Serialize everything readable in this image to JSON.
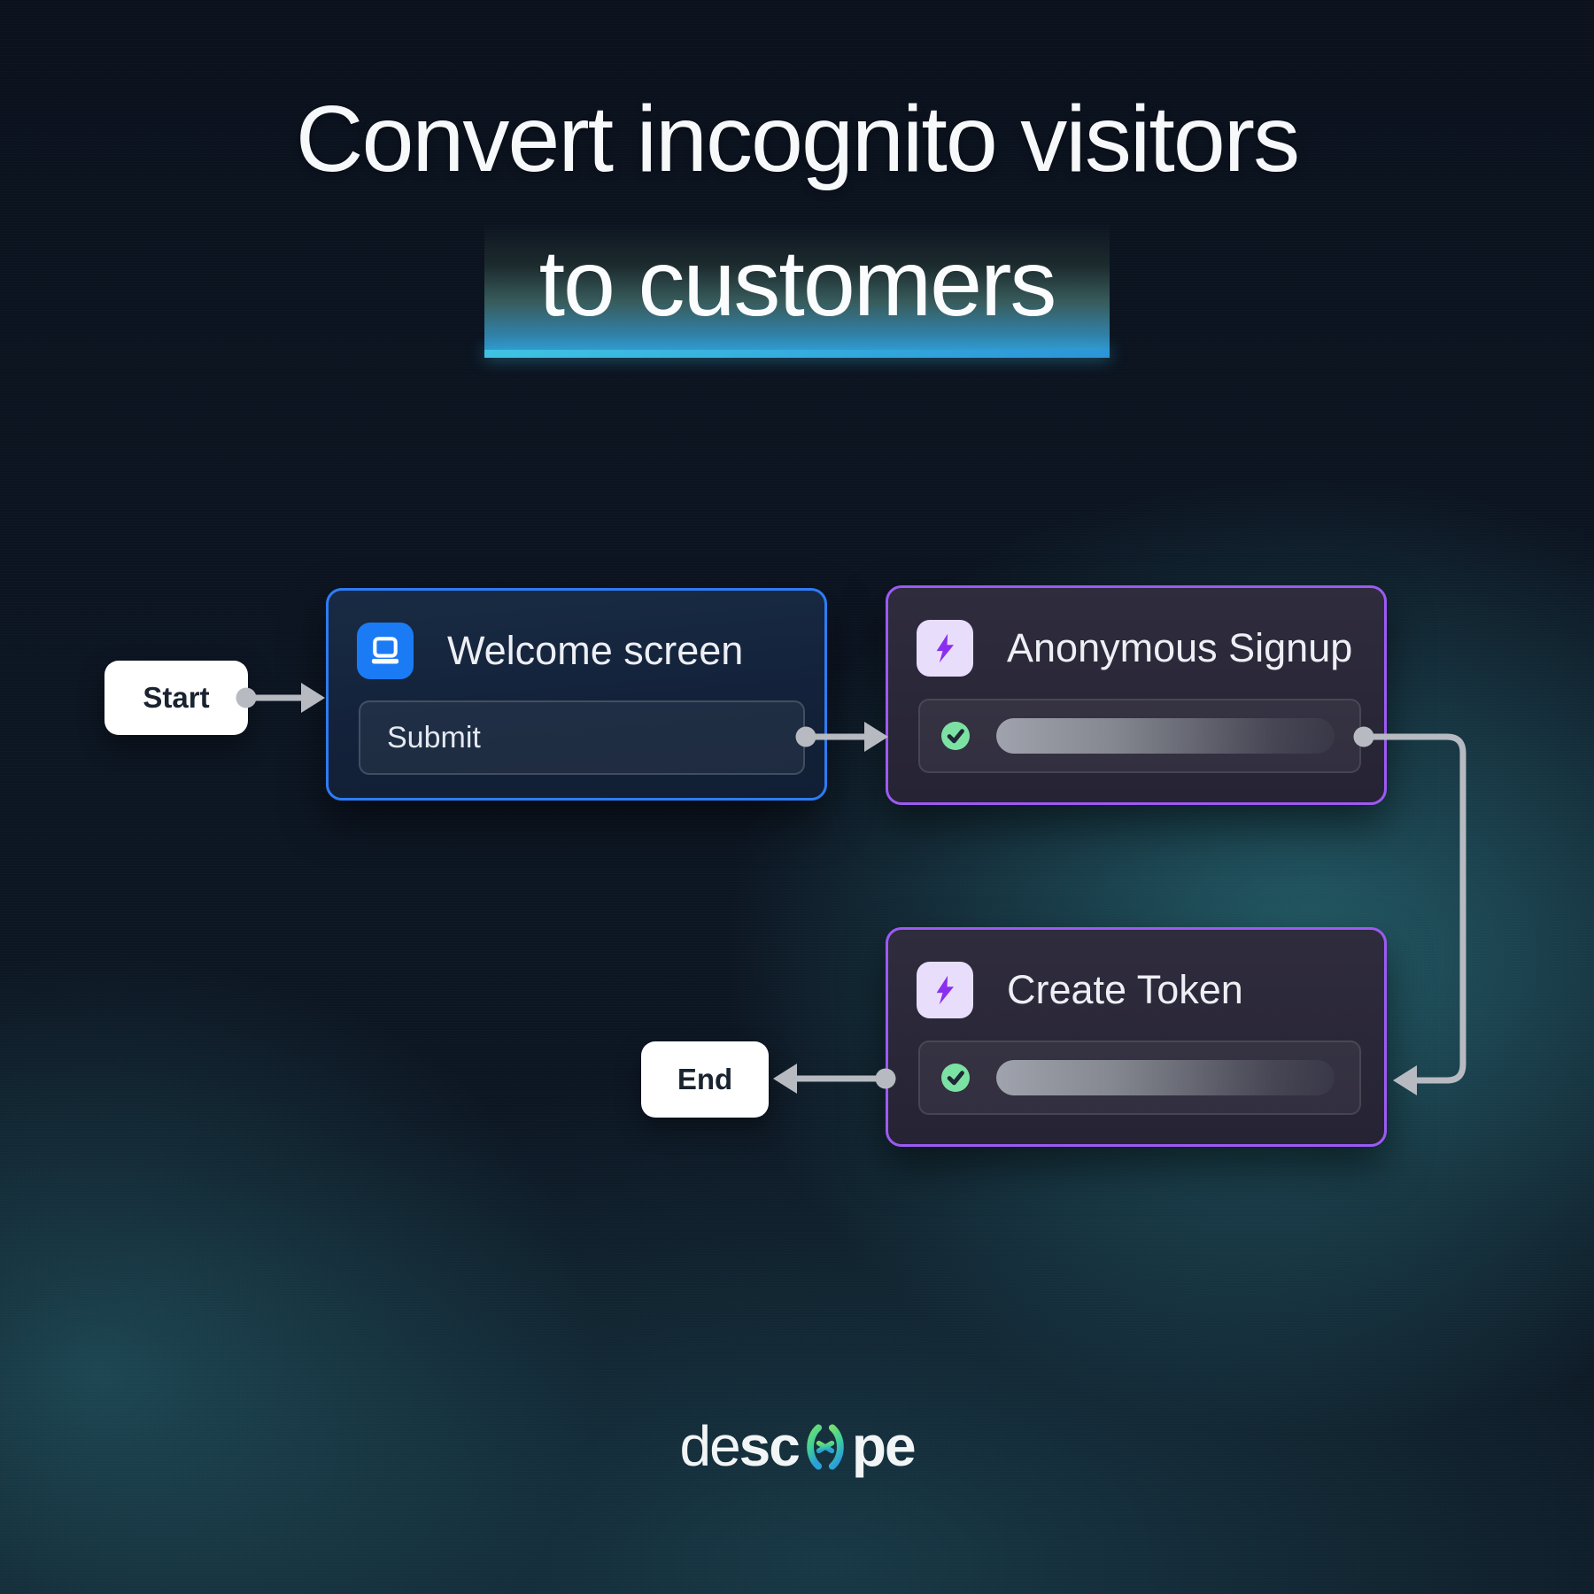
{
  "header": {
    "title_line1": "Convert incognito visitors",
    "title_line2": "to customers"
  },
  "flow": {
    "start_label": "Start",
    "end_label": "End",
    "nodes": [
      {
        "title": "Welcome screen",
        "icon": "laptop-icon",
        "accent_color": "#2e7cf6",
        "button_label": "Submit"
      },
      {
        "title": "Anonymous Signup",
        "icon": "lightning-icon",
        "accent_color": "#9c5af3",
        "status_icon": "check-icon"
      },
      {
        "title": "Create Token",
        "icon": "lightning-icon",
        "accent_color": "#9c5af3",
        "status_icon": "check-icon"
      }
    ]
  },
  "footer": {
    "logo": {
      "part1": "de",
      "part2": "sc",
      "part3": "pe",
      "glyph": "descope-o-glyph"
    }
  },
  "colors": {
    "background": "#0c1522",
    "teal_glow": "#3aa2ac",
    "highlight_underline_blue": "#2e93cc",
    "connector_gray": "#b7bbc1",
    "node_blue_border": "#2e7cf6",
    "node_purple_border": "#9c5af3",
    "laptop_chip_blue": "#1b7bf4",
    "bolt_chip_lavender": "#e8defb",
    "bolt_purple": "#8a2ff0",
    "check_green": "#7ce2a4",
    "start_end_fill": "#ffffff"
  }
}
